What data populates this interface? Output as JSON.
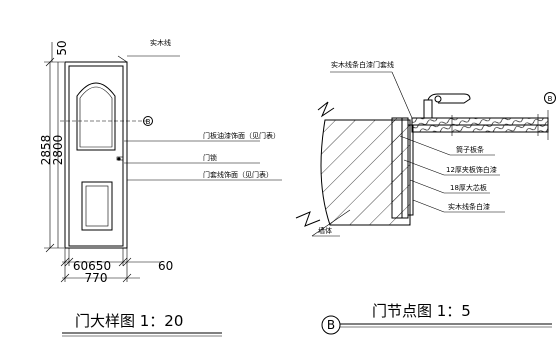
{
  "left_drawing": {
    "top_label": "实木线",
    "dim_top": "50",
    "dim_v_outer": "2858",
    "dim_v_inner": "2800",
    "callout_1": "门板油漆饰面（见门表）",
    "callout_2": "门锁",
    "callout_3": "门套线饰面（见门表）",
    "dim_bottom_parts": "60650",
    "dim_bottom_right": "60",
    "dim_bottom_total": "770",
    "section_mark": "B",
    "title": "门大样图 1：20"
  },
  "right_drawing": {
    "label_top": "实木线条白漆门套线",
    "label_1": "筒子板条",
    "label_2": "12厚夹板饰白漆",
    "label_3": "18厚大芯板",
    "label_4": "实木线条白漆",
    "label_wall": "墙体",
    "section_mark": "B",
    "title": "门节点图 1：5"
  }
}
